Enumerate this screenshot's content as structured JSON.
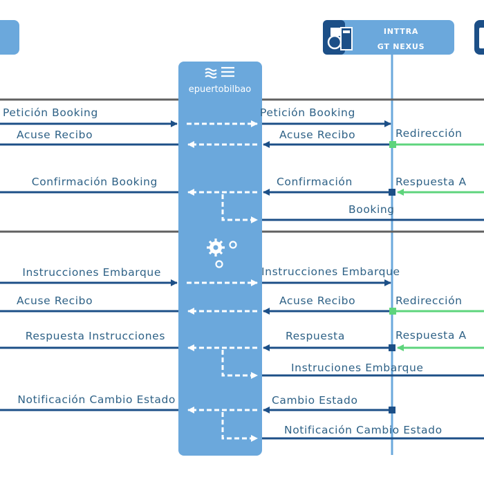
{
  "header": {
    "inttra_line1": "INTTRA",
    "inttra_line2": "GT NEXUS",
    "portal_name": "epuertobilbao"
  },
  "sections": {
    "booking": {
      "left_messages": [
        "Petición Booking",
        "Acuse Recibo",
        "Confirmación Booking"
      ],
      "middle_messages": [
        "Petición Booking",
        "Acuse Recibo",
        "Confirmación",
        "Booking"
      ],
      "right_messages": [
        "Redirección",
        "Respuesta A"
      ]
    },
    "instructions": {
      "left_messages": [
        "Instrucciones Embarque",
        "Acuse Recibo",
        "Respuesta Instrucciones",
        "Notificación Cambio Estado"
      ],
      "middle_messages": [
        "Instrucciones Embarque",
        "Acuse Recibo",
        "Respuesta",
        "Instruciones Embarque",
        "Cambio Estado",
        "Notificación Cambio Estado"
      ],
      "right_messages": [
        "Redirección",
        "Respuesta A"
      ]
    }
  },
  "colors": {
    "dark_blue": "#1c4f87",
    "light_blue": "#6ba8dc",
    "green": "#5ed47c",
    "grey_rule": "#606060",
    "label_text": "#2e6186"
  },
  "icons": [
    "inttra-logo-icon",
    "epuertobilbao-waves-icon",
    "gears-icon"
  ]
}
